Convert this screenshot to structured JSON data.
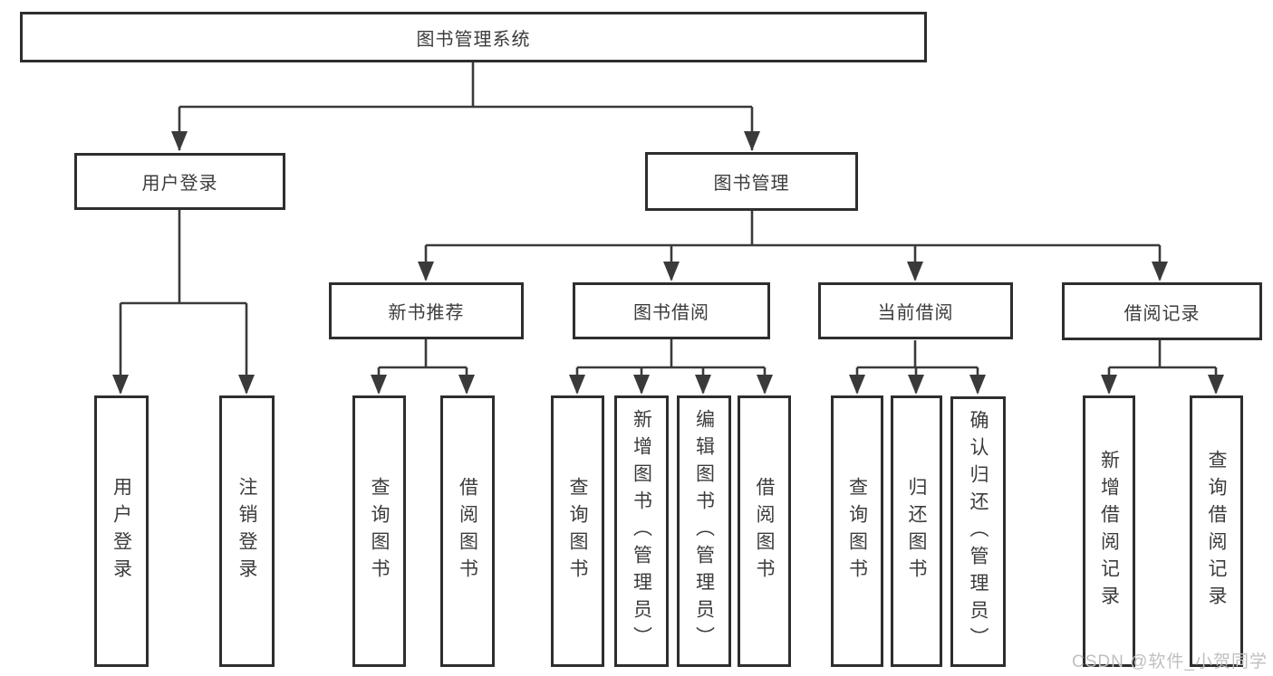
{
  "diagram": {
    "type": "hierarchy-tree",
    "tree": {
      "root": "图书管理系统",
      "children": [
        {
          "label": "用户登录",
          "children": [
            {
              "label": "用户登录"
            },
            {
              "label": "注销登录"
            }
          ]
        },
        {
          "label": "图书管理",
          "children": [
            {
              "label": "新书推荐",
              "children": [
                {
                  "label": "查询图书"
                },
                {
                  "label": "借阅图书"
                }
              ]
            },
            {
              "label": "图书借阅",
              "children": [
                {
                  "label": "查询图书"
                },
                {
                  "label": "新增图书（管理员）"
                },
                {
                  "label": "编辑图书（管理员）"
                },
                {
                  "label": "借阅图书"
                }
              ]
            },
            {
              "label": "当前借阅",
              "children": [
                {
                  "label": "查询图书"
                },
                {
                  "label": "归还图书"
                },
                {
                  "label": "确认归还（管理员）"
                }
              ]
            },
            {
              "label": "借阅记录",
              "children": [
                {
                  "label": "新增借阅记录"
                },
                {
                  "label": "查询借阅记录"
                }
              ]
            }
          ]
        }
      ]
    },
    "line_color": "#3a3a3a",
    "box_border_color": "#2e2e2e",
    "text_color": "#3c3c3c"
  },
  "watermark": "CSDN @软件_小贺同学"
}
